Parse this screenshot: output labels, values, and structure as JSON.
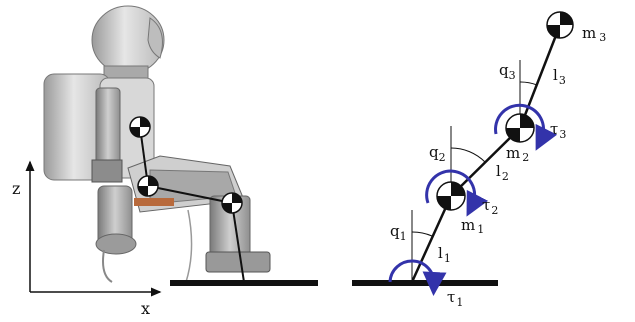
{
  "labels": {
    "axis_z": "z",
    "axis_x": "x",
    "masses": [
      {
        "base": "m",
        "sub": "1"
      },
      {
        "base": "m",
        "sub": "2"
      },
      {
        "base": "m",
        "sub": "3"
      }
    ],
    "lengths": [
      {
        "base": "l",
        "sub": "1"
      },
      {
        "base": "l",
        "sub": "2"
      },
      {
        "base": "l",
        "sub": "3"
      }
    ],
    "angles": [
      {
        "base": "q",
        "sub": "1"
      },
      {
        "base": "q",
        "sub": "2"
      },
      {
        "base": "q",
        "sub": "3"
      }
    ],
    "torques": [
      {
        "base": "τ",
        "sub": "1"
      },
      {
        "base": "τ",
        "sub": "2"
      },
      {
        "base": "τ",
        "sub": "3"
      }
    ]
  },
  "colors": {
    "torque_arrow": "#3333aa",
    "link": "#111111",
    "robot_body": "#d4d4d4",
    "robot_shadow": "#8a8a8a"
  }
}
